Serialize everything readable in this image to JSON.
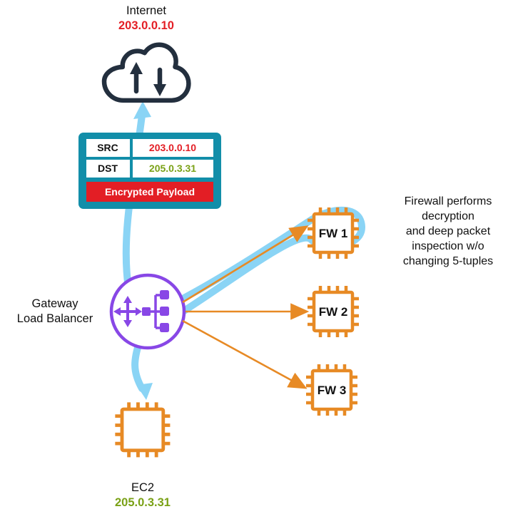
{
  "diagram": {
    "internet": {
      "label": "Internet",
      "ip": "203.0.0.10"
    },
    "packet": {
      "src_label": "SRC",
      "src_value": "203.0.0.10",
      "dst_label": "DST",
      "dst_value": "205.0.3.31",
      "payload": "Encrypted Payload"
    },
    "gwlb": {
      "line1": "Gateway",
      "line2": "Load Balancer"
    },
    "firewalls": [
      {
        "label": "FW 1"
      },
      {
        "label": "FW 2"
      },
      {
        "label": "FW 3"
      }
    ],
    "note": {
      "lines": [
        "Firewall performs",
        "decryption",
        "and deep packet",
        "inspection w/o",
        "changing 5-tuples"
      ]
    },
    "ec2": {
      "label": "EC2",
      "ip": "205.0.3.31"
    },
    "icons": {
      "cloud": "internet-cloud-icon",
      "gwlb": "gateway-load-balancer-icon",
      "chip": "compute-chip-icon"
    },
    "colors": {
      "red": "#E31E25",
      "green": "#7AA116",
      "teal": "#128EA9",
      "light_blue": "#8AD4F5",
      "purple": "#8847E6",
      "orange": "#E78A25",
      "dark": "#232F3E"
    }
  }
}
